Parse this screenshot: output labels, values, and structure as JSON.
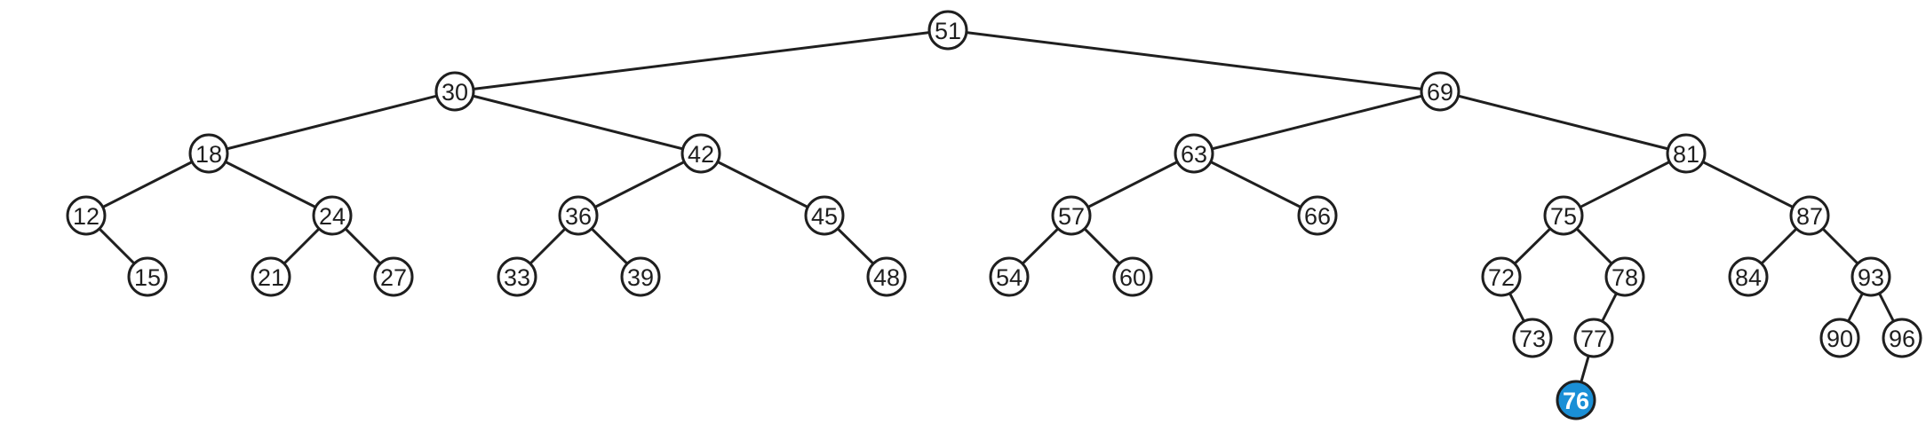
{
  "tree": {
    "highlight_color": "#1a8fd6",
    "node_stroke_color": "#1f1f1f",
    "nodes": [
      {
        "id": "n51",
        "label": "51",
        "parent": null,
        "highlighted": false
      },
      {
        "id": "n30",
        "label": "30",
        "parent": "n51",
        "highlighted": false
      },
      {
        "id": "n69",
        "label": "69",
        "parent": "n51",
        "highlighted": false
      },
      {
        "id": "n18",
        "label": "18",
        "parent": "n30",
        "highlighted": false
      },
      {
        "id": "n42",
        "label": "42",
        "parent": "n30",
        "highlighted": false
      },
      {
        "id": "n63",
        "label": "63",
        "parent": "n69",
        "highlighted": false
      },
      {
        "id": "n81",
        "label": "81",
        "parent": "n69",
        "highlighted": false
      },
      {
        "id": "n12",
        "label": "12",
        "parent": "n18",
        "highlighted": false
      },
      {
        "id": "n24",
        "label": "24",
        "parent": "n18",
        "highlighted": false
      },
      {
        "id": "n36",
        "label": "36",
        "parent": "n42",
        "highlighted": false
      },
      {
        "id": "n45",
        "label": "45",
        "parent": "n42",
        "highlighted": false
      },
      {
        "id": "n57",
        "label": "57",
        "parent": "n63",
        "highlighted": false
      },
      {
        "id": "n66",
        "label": "66",
        "parent": "n63",
        "highlighted": false
      },
      {
        "id": "n75",
        "label": "75",
        "parent": "n81",
        "highlighted": false
      },
      {
        "id": "n87",
        "label": "87",
        "parent": "n81",
        "highlighted": false
      },
      {
        "id": "n15",
        "label": "15",
        "parent": "n12",
        "highlighted": false
      },
      {
        "id": "n21",
        "label": "21",
        "parent": "n24",
        "highlighted": false
      },
      {
        "id": "n27",
        "label": "27",
        "parent": "n24",
        "highlighted": false
      },
      {
        "id": "n33",
        "label": "33",
        "parent": "n36",
        "highlighted": false
      },
      {
        "id": "n39",
        "label": "39",
        "parent": "n36",
        "highlighted": false
      },
      {
        "id": "n48",
        "label": "48",
        "parent": "n45",
        "highlighted": false
      },
      {
        "id": "n54",
        "label": "54",
        "parent": "n57",
        "highlighted": false
      },
      {
        "id": "n60",
        "label": "60",
        "parent": "n57",
        "highlighted": false
      },
      {
        "id": "n72",
        "label": "72",
        "parent": "n75",
        "highlighted": false
      },
      {
        "id": "n78",
        "label": "78",
        "parent": "n75",
        "highlighted": false
      },
      {
        "id": "n84",
        "label": "84",
        "parent": "n87",
        "highlighted": false
      },
      {
        "id": "n93",
        "label": "93",
        "parent": "n87",
        "highlighted": false
      },
      {
        "id": "n73",
        "label": "73",
        "parent": "n72",
        "highlighted": false
      },
      {
        "id": "n77",
        "label": "77",
        "parent": "n78",
        "highlighted": false
      },
      {
        "id": "n90",
        "label": "90",
        "parent": "n93",
        "highlighted": false
      },
      {
        "id": "n96",
        "label": "96",
        "parent": "n93",
        "highlighted": false
      },
      {
        "id": "n76",
        "label": "76",
        "parent": "n77",
        "highlighted": true
      }
    ]
  }
}
